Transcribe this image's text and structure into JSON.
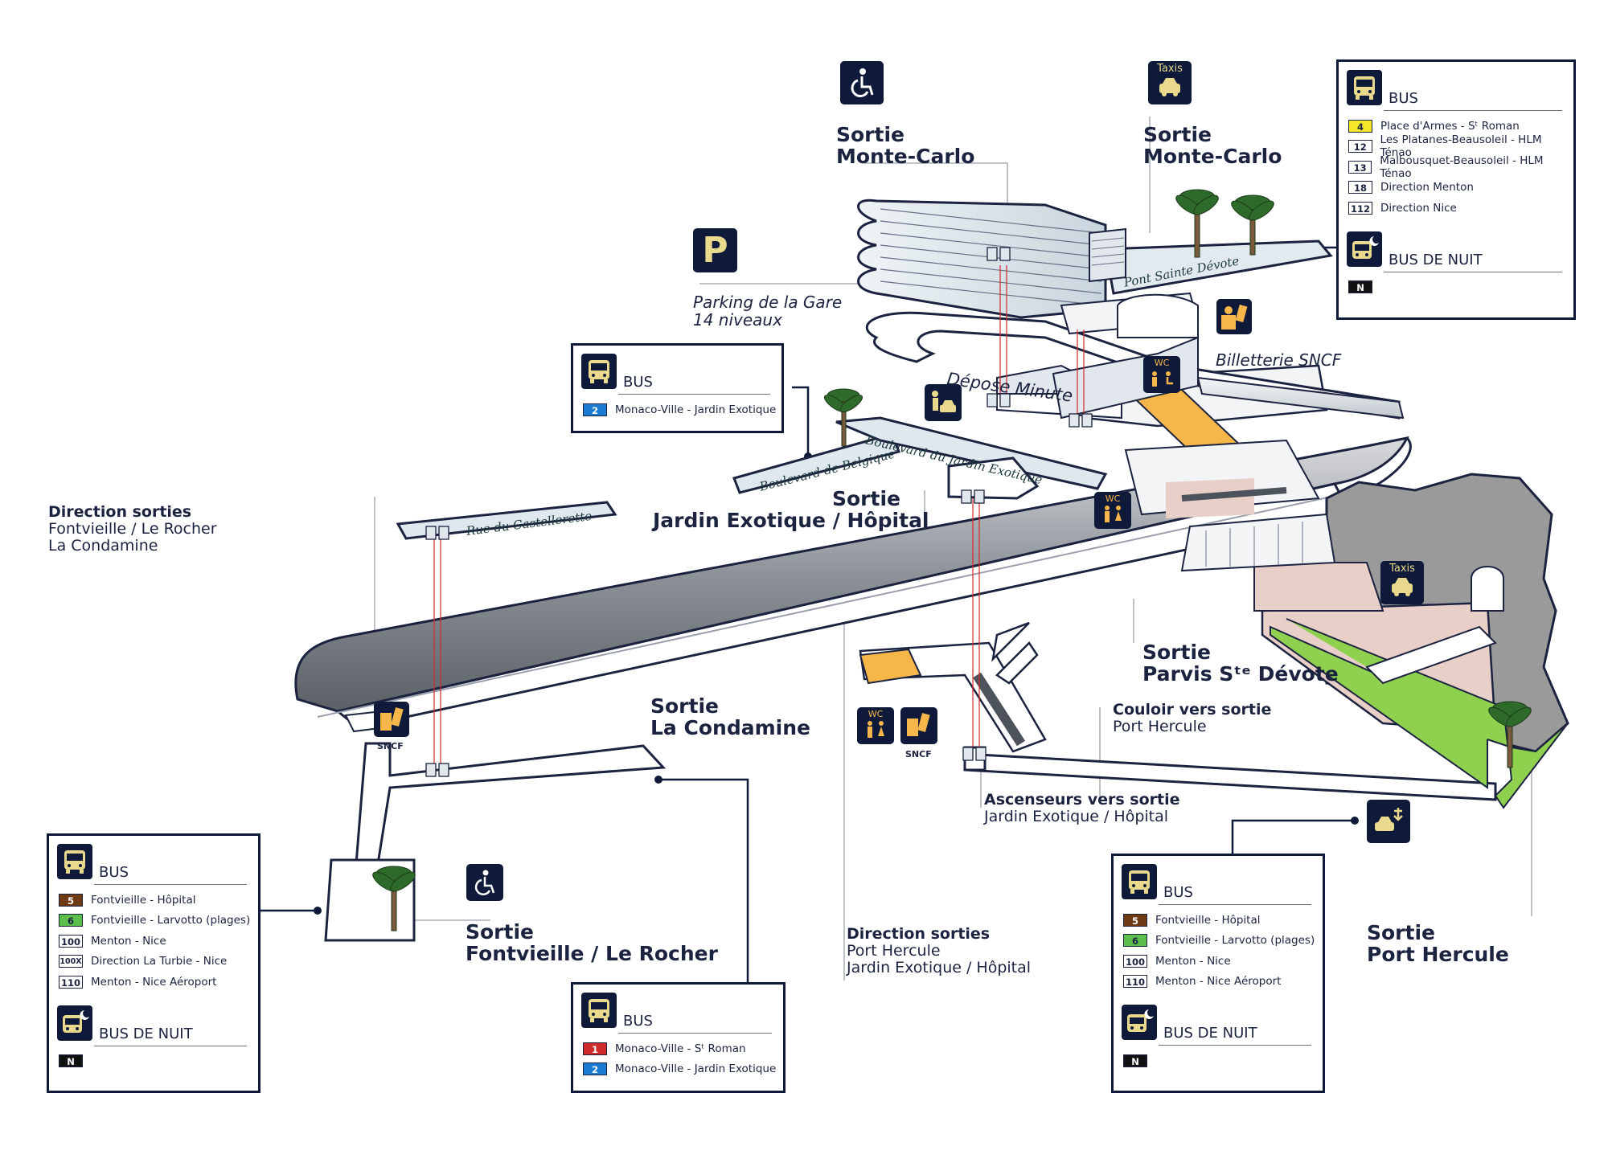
{
  "colors": {
    "navy": "#0f1a3a",
    "icon_yellow": "#e9d98c",
    "tunnel_grey": "#8d9299",
    "corridor_white": "#ffffff",
    "parking_blue": "#dfe8ee",
    "platform_orange": "#f6b64a",
    "grass_green": "#8fd14f",
    "rock_grey": "#9a9a9a",
    "pink_floor": "#e8cfc8",
    "line_red": "#d02b2b",
    "line_blue": "#1b7ad1",
    "line_yellow": "#f5e829",
    "line_green": "#5cbf4c",
    "line_brown": "#6e3a14",
    "leader_grey": "#9aa0ab"
  },
  "exits": {
    "monte_carlo_left": {
      "line1": "Sortie",
      "line2": "Monte-Carlo"
    },
    "monte_carlo_right": {
      "line1": "Sortie",
      "line2": "Monte-Carlo"
    },
    "jardin": {
      "line1": "Sortie",
      "line2": "Jardin Exotique / Hôpital"
    },
    "condamine": {
      "line1": "Sortie",
      "line2": "La Condamine"
    },
    "fontvieille": {
      "line1": "Sortie",
      "line2": "Fontvieille / Le Rocher"
    },
    "parvis": {
      "line1": "Sortie",
      "line2": "Parvis Sᵗᵉ Dévote"
    },
    "port_hercule": {
      "line1": "Sortie",
      "line2": "Port Hercule"
    }
  },
  "directions": {
    "left": {
      "line1": "Direction sorties",
      "line2": "Fontvieille / Le Rocher",
      "line3": "La Condamine"
    },
    "bottom": {
      "line1": "Direction sorties",
      "line2": "Port Hercule",
      "line3": "Jardin Exotique / Hôpital"
    },
    "couloir": {
      "line1": "Couloir vers sortie",
      "line2": "Port Hercule"
    },
    "ascenseurs": {
      "line1": "Ascenseurs vers sortie",
      "line2": "Jardin Exotique / Hôpital"
    }
  },
  "places": {
    "parking_line1": "Parking de la Gare",
    "parking_line2": "14 niveaux",
    "billetterie": "Billetterie SNCF",
    "depose": "Dépose Minute"
  },
  "roads": {
    "pont": "Pont Sainte Dévote",
    "belgique": "Boulevard de Belgique",
    "jardin": "Boulevard du Jardin Exotique",
    "castelleretto": "Rue du Castelleretto"
  },
  "icon_labels": {
    "taxi": "Taxis",
    "wc": "WC",
    "sncf": "SNCF",
    "parking": "P"
  },
  "bus_panels": {
    "top_right": {
      "title": "BUS",
      "lines": [
        {
          "num": "4",
          "color": "#f5e829",
          "text": "Place d'Armes - Sᵗ Roman"
        },
        {
          "num": "12",
          "color": "#ffffff",
          "text": "Les Platanes-Beausoleil - HLM Ténao"
        },
        {
          "num": "13",
          "color": "#ffffff",
          "text": "Malbousquet-Beausoleil - HLM Ténao"
        },
        {
          "num": "18",
          "color": "#ffffff",
          "text": "Direction Menton"
        },
        {
          "num": "112",
          "color": "#ffffff",
          "text": "Direction Nice"
        }
      ],
      "night_title": "BUS DE NUIT",
      "night_lines": [
        {
          "num": "N",
          "color": "#111111",
          "text": ""
        }
      ]
    },
    "mid": {
      "title": "BUS",
      "lines": [
        {
          "num": "2",
          "color": "#1b7ad1",
          "text": "Monaco-Ville - Jardin Exotique"
        }
      ]
    },
    "bottom_left": {
      "title": "BUS",
      "lines": [
        {
          "num": "5",
          "color": "#6e3a14",
          "text": "Fontvieille - Hôpital"
        },
        {
          "num": "6",
          "color": "#5cbf4c",
          "text": "Fontvieille - Larvotto (plages)"
        },
        {
          "num": "100",
          "color": "#ffffff",
          "text": "Menton - Nice"
        },
        {
          "num": "100X",
          "color": "#ffffff",
          "text": "Direction La Turbie - Nice"
        },
        {
          "num": "110",
          "color": "#ffffff",
          "text": "Menton - Nice Aéroport"
        }
      ],
      "night_title": "BUS DE NUIT",
      "night_lines": [
        {
          "num": "N",
          "color": "#111111",
          "text": ""
        }
      ]
    },
    "bottom_mid": {
      "title": "BUS",
      "lines": [
        {
          "num": "1",
          "color": "#d02b2b",
          "text": "Monaco-Ville - Sᵗ Roman"
        },
        {
          "num": "2",
          "color": "#1b7ad1",
          "text": "Monaco-Ville - Jardin Exotique"
        }
      ]
    },
    "bottom_right": {
      "title": "BUS",
      "lines": [
        {
          "num": "5",
          "color": "#6e3a14",
          "text": "Fontvieille - Hôpital"
        },
        {
          "num": "6",
          "color": "#5cbf4c",
          "text": "Fontvieille - Larvotto (plages)"
        },
        {
          "num": "100",
          "color": "#ffffff",
          "text": "Menton - Nice"
        },
        {
          "num": "110",
          "color": "#ffffff",
          "text": "Menton - Nice Aéroport"
        }
      ],
      "night_title": "BUS DE NUIT",
      "night_lines": [
        {
          "num": "N",
          "color": "#111111",
          "text": ""
        }
      ]
    }
  }
}
